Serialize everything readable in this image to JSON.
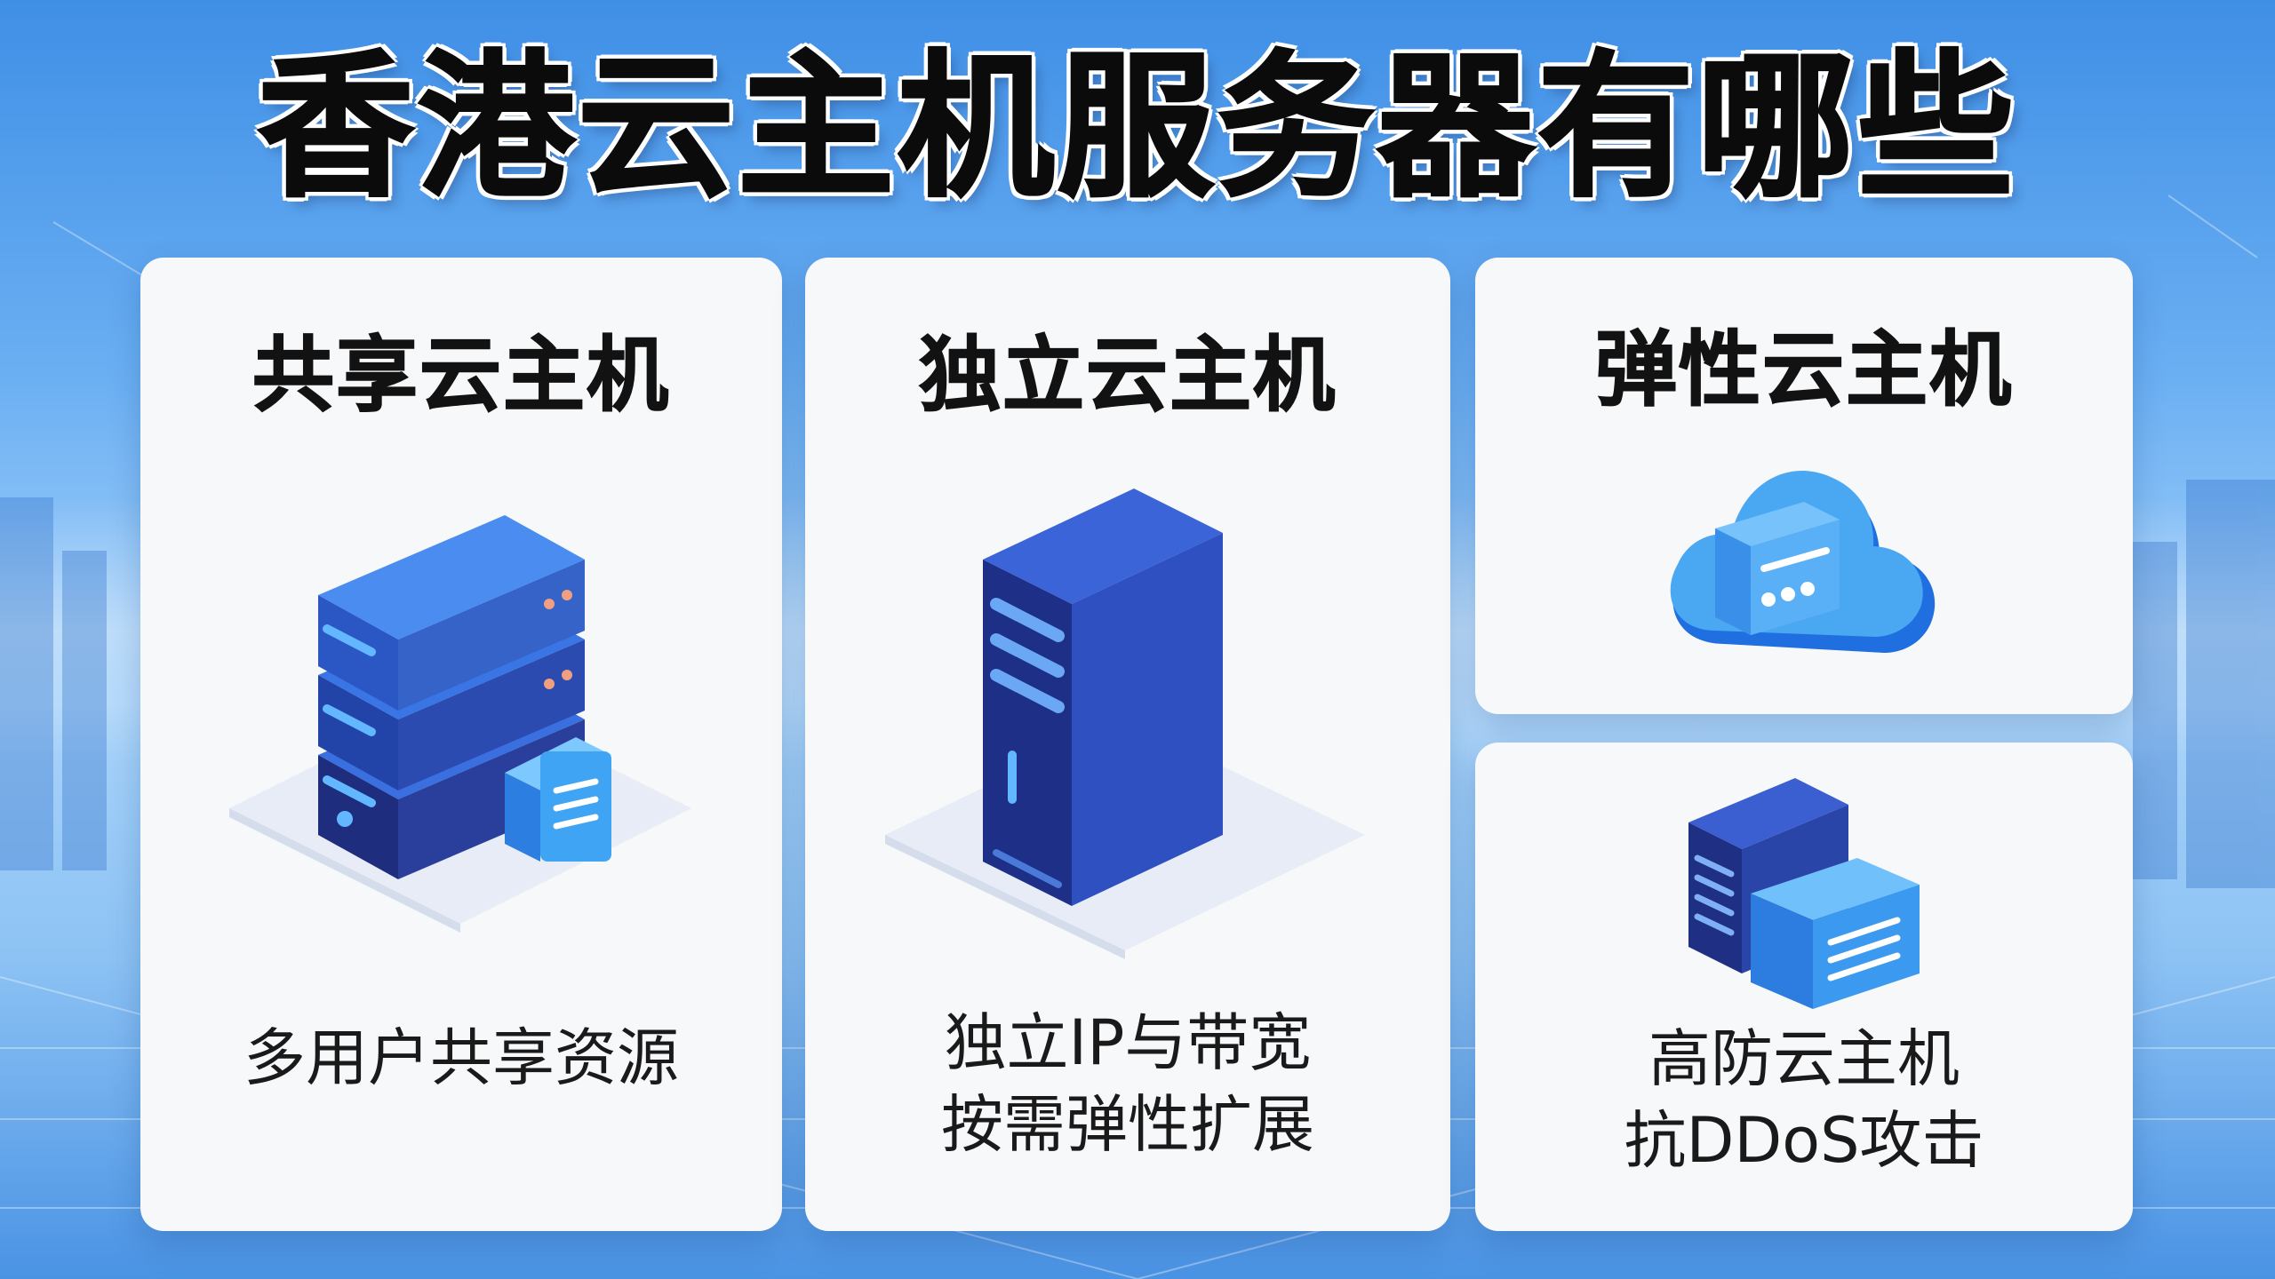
{
  "title": "香港云主机服务器有哪些",
  "cards": [
    {
      "title": "共享云主机",
      "icon": "stacked-server-icon",
      "desc": [
        "多用户共享资源"
      ]
    },
    {
      "title": "独立云主机",
      "icon": "tower-server-icon",
      "desc": [
        "独立IP与带宽",
        "按需弹性扩展"
      ]
    },
    {
      "title": "弹性云主机",
      "icon": "cloud-icon",
      "desc": []
    },
    {
      "title": "",
      "icon": "protected-server-icon",
      "desc": [
        "高防云主机",
        "抗DDoS攻击"
      ]
    }
  ],
  "colors": {
    "accent_blue": "#2f6fe0",
    "dark_navy": "#1c2a78",
    "light_blue": "#4aa3f0",
    "card_bg": "#f7f8fa"
  }
}
